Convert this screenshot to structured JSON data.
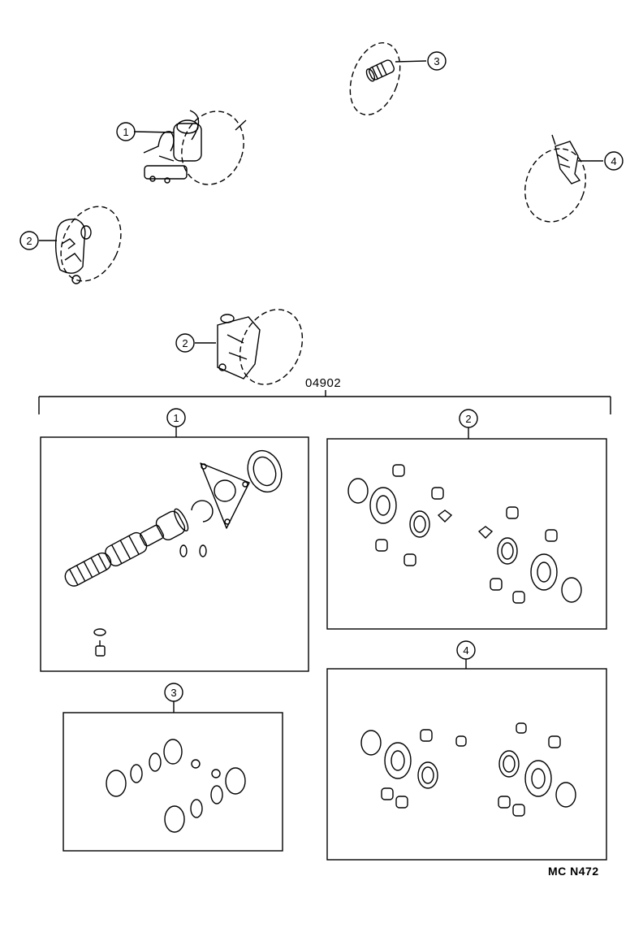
{
  "part_code": "04902",
  "diagram_ref": "MC N472",
  "callouts": {
    "c1": "1",
    "c2": "2",
    "c3": "3",
    "c4": "4"
  }
}
